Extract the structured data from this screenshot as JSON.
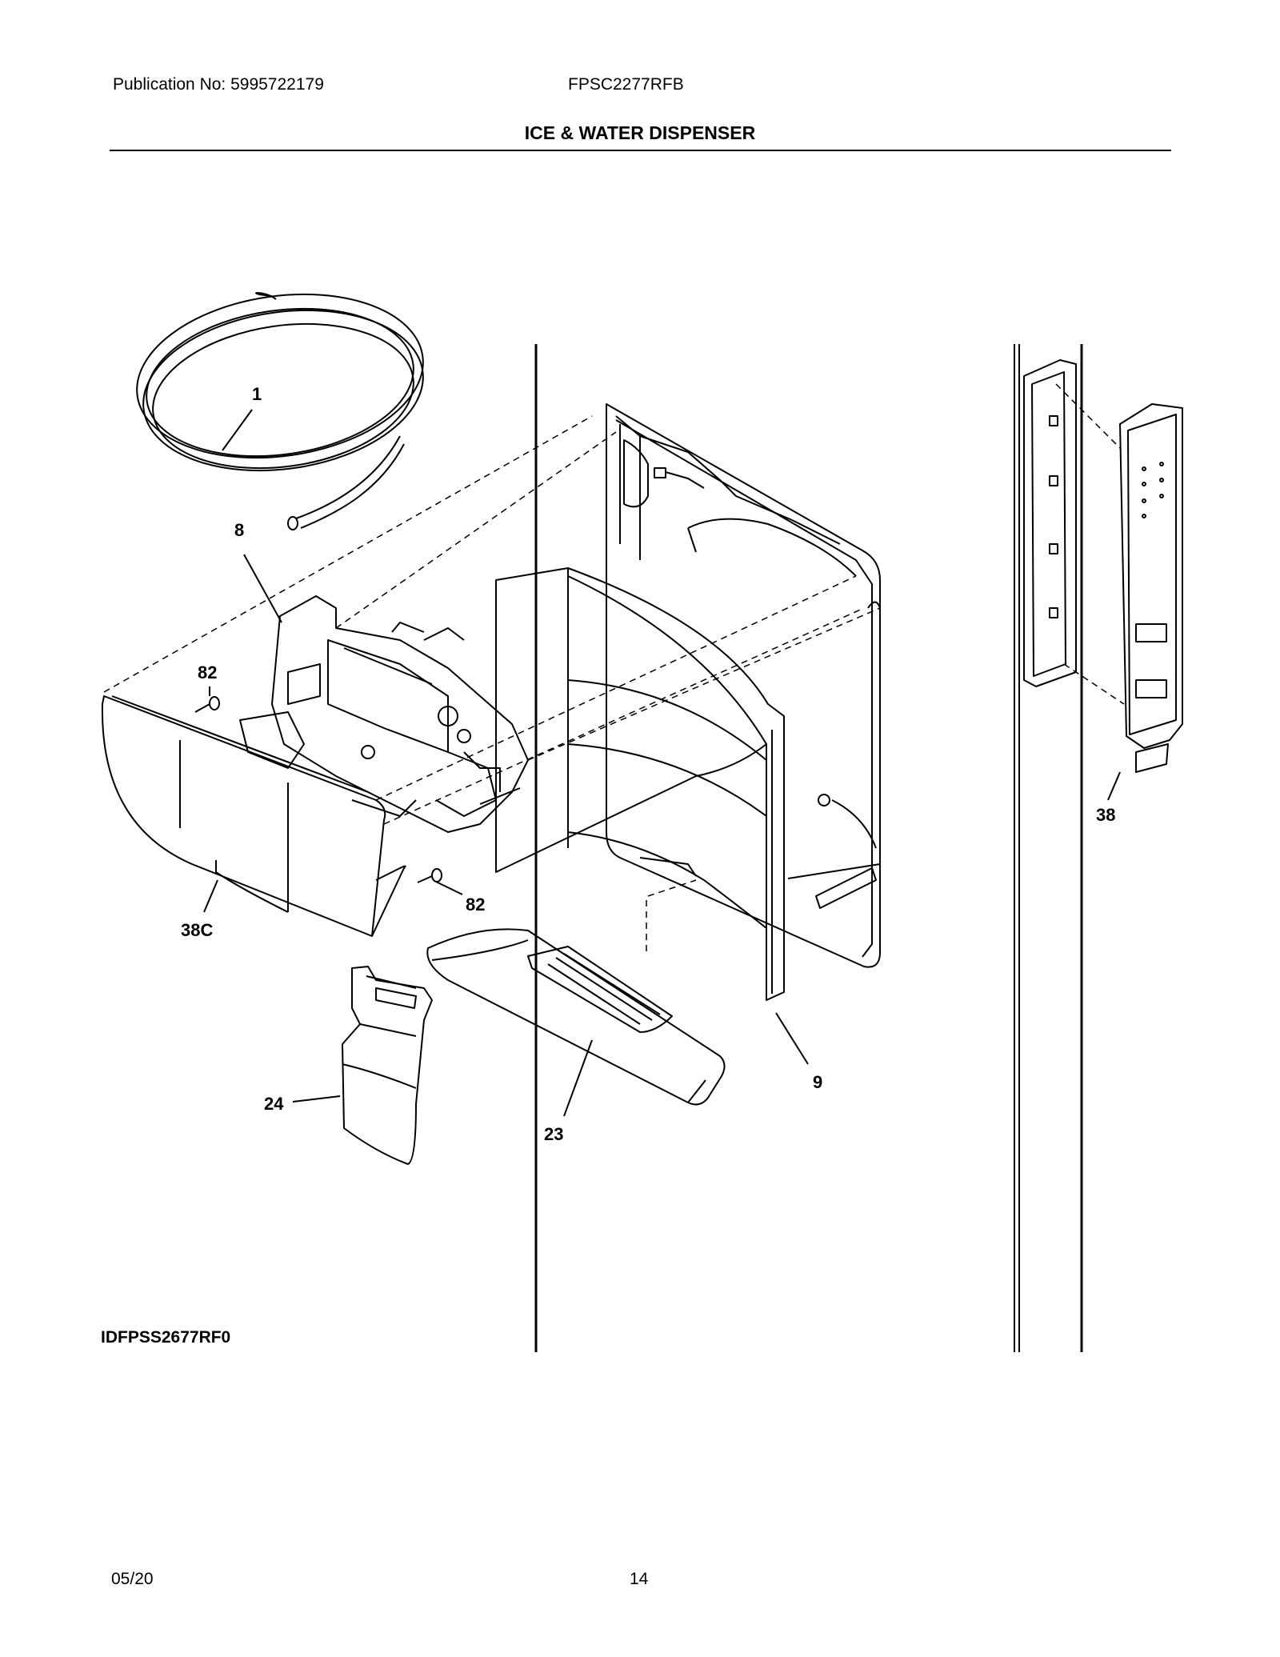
{
  "header": {
    "publication": "Publication No: 5995722179",
    "model": "FPSC2277RFB",
    "section_title": "ICE & WATER DISPENSER"
  },
  "parts": [
    {
      "id": "1",
      "label": "1"
    },
    {
      "id": "8",
      "label": "8"
    },
    {
      "id": "82a",
      "label": "82"
    },
    {
      "id": "82b",
      "label": "82"
    },
    {
      "id": "38C",
      "label": "38C"
    },
    {
      "id": "24",
      "label": "24"
    },
    {
      "id": "23",
      "label": "23"
    },
    {
      "id": "9",
      "label": "9"
    },
    {
      "id": "38",
      "label": "38"
    }
  ],
  "figure_id": "IDFPSS2677RF0",
  "footer": {
    "date": "05/20",
    "page_number": "14"
  }
}
